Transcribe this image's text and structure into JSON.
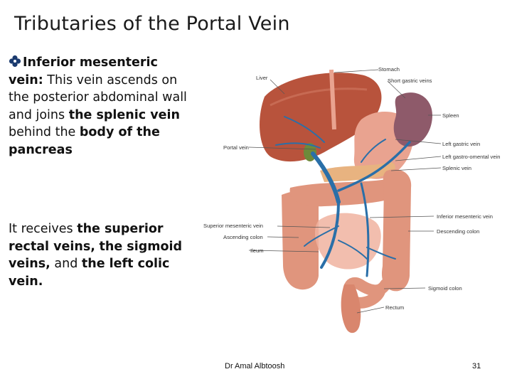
{
  "slide": {
    "title": "Tributaries of the Portal Vein",
    "paragraph1": {
      "bullet_icon": "diamond-bullet-icon",
      "parts": [
        "Inferior mesenteric vein:",
        " This vein ascends on the posterior abdominal wall and joins ",
        "the splenic vein",
        " behind the ",
        "body of the pancreas"
      ]
    },
    "paragraph2": {
      "parts": [
        " It receives ",
        "the superior rectal veins,",
        " ",
        "the sigmoid veins,",
        " and ",
        "the left colic vein."
      ]
    },
    "author": "Dr Amal Albtoosh",
    "page_number": "31"
  },
  "figure": {
    "labels": {
      "stomach": "Stomach",
      "liver": "Liver",
      "short_gastric": "Short gastric veins",
      "spleen": "Spleen",
      "portal_vein": "Portal vein",
      "left_gastric": "Left gastric vein",
      "left_gastro_omental": "Left gastro-omental vein",
      "splenic_vein": "Splenic vein",
      "superior_mesenteric": "Superior mesenteric vein",
      "inferior_mesenteric": "Inferior mesenteric vein",
      "ascending_colon": "Ascending colon",
      "descending_colon": "Descending colon",
      "ileum": "Ileum",
      "sigmoid_colon": "Sigmoid colon",
      "rectum": "Rectum"
    },
    "colors": {
      "vein": "#2a6fa8",
      "liver": "#b8533c",
      "spleen": "#8e5a6a",
      "stomach": "#e9a390",
      "colon": "#e0957d"
    }
  }
}
